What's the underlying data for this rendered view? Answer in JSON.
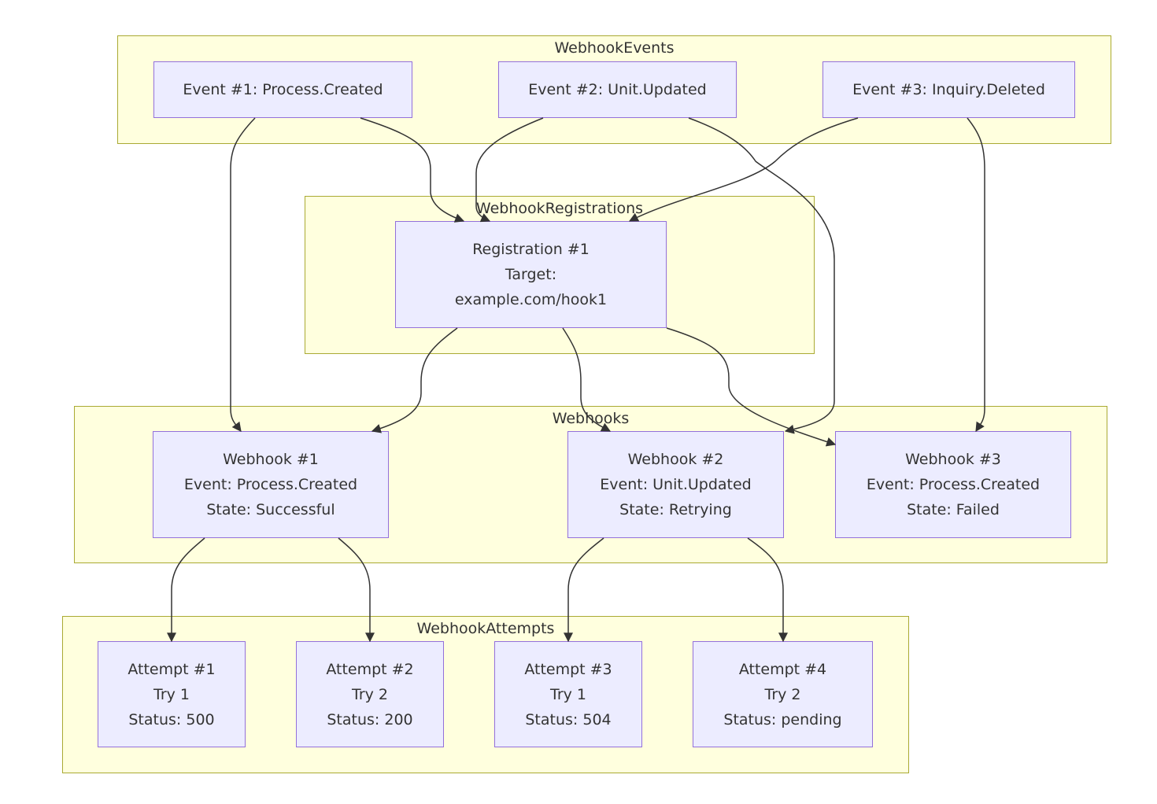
{
  "clusters": {
    "events": "WebhookEvents",
    "registrations": "WebhookRegistrations",
    "webhooks": "Webhooks",
    "attempts": "WebhookAttempts"
  },
  "events": [
    "Event #1: Process.Created",
    "Event #2: Unit.Updated",
    "Event #3: Inquiry.Deleted"
  ],
  "registration": {
    "title": "Registration #1",
    "target_label": "Target:",
    "target": "example.com/hook1"
  },
  "webhooks": [
    {
      "title": "Webhook #1",
      "event": "Event: Process.Created",
      "state": "State: Successful"
    },
    {
      "title": "Webhook #2",
      "event": "Event: Unit.Updated",
      "state": "State: Retrying"
    },
    {
      "title": "Webhook #3",
      "event": "Event: Process.Created",
      "state": "State: Failed"
    }
  ],
  "attempts": [
    {
      "title": "Attempt #1",
      "try": "Try 1",
      "status": "Status: 500"
    },
    {
      "title": "Attempt #2",
      "try": "Try 2",
      "status": "Status: 200"
    },
    {
      "title": "Attempt #3",
      "try": "Try 1",
      "status": "Status: 504"
    },
    {
      "title": "Attempt #4",
      "try": "Try 2",
      "status": "Status: pending"
    }
  ],
  "colors": {
    "cluster_fill": "#ffffde",
    "cluster_border": "#aaaa33",
    "node_fill": "#ececff",
    "node_border": "#9370db",
    "edge": "#333333"
  }
}
